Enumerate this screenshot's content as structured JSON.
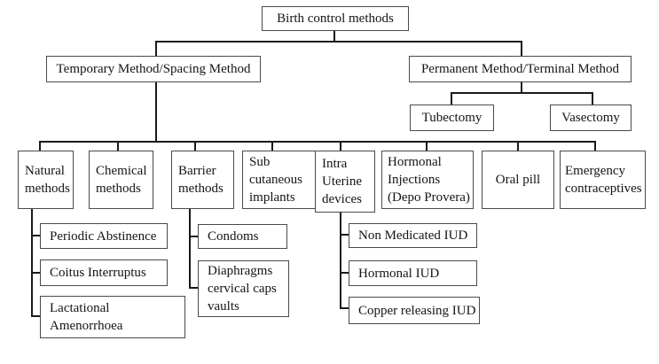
{
  "diagram": {
    "type": "tree",
    "root_label": "Birth control methods",
    "colors": {
      "background": "#ffffff",
      "box_border": "#4a4a4a",
      "box_fill": "#ffffff",
      "connector": "#1a1a1a",
      "text": "#141414"
    },
    "nodes": {
      "root": {
        "label": "Birth control methods"
      },
      "temporary": {
        "label": "Temporary Method/Spacing Method"
      },
      "permanent": {
        "label": "Permanent Method/Terminal Method"
      },
      "tubectomy": {
        "label": "Tubectomy"
      },
      "vasectomy": {
        "label": "Vasectomy"
      },
      "natural": {
        "label": "Natural\nmethods"
      },
      "chemical": {
        "label": "Chemical\nmethods"
      },
      "barrier": {
        "label": "Barrier\nmethods"
      },
      "subcutaneous": {
        "label": "Sub\ncutaneous\nimplants"
      },
      "iud": {
        "label": "Intra\nUterine\ndevices"
      },
      "hormonal_injections": {
        "label": "Hormonal\nInjections\n(Depo Provera)"
      },
      "oral_pill": {
        "label": "Oral pill"
      },
      "emergency": {
        "label": "Emergency\ncontraceptives"
      },
      "periodic_abstinence": {
        "label": "Periodic Abstinence"
      },
      "coitus_interruptus": {
        "label": "Coitus Interruptus"
      },
      "lactational_amenorrhoea": {
        "label": "Lactational\nAmenorrhoea"
      },
      "condoms": {
        "label": "Condoms"
      },
      "diaphragms": {
        "label": "Diaphragms\ncervical caps\nvaults"
      },
      "non_medicated_iud": {
        "label": "Non Medicated IUD"
      },
      "hormonal_iud": {
        "label": "Hormonal IUD"
      },
      "copper_releasing_iud": {
        "label": "Copper releasing IUD"
      }
    },
    "hierarchy": {
      "Birth control methods": {
        "Temporary Method/Spacing Method": {
          "Natural methods": [
            "Periodic Abstinence",
            "Coitus Interruptus",
            "Lactational Amenorrhoea"
          ],
          "Chemical methods": [],
          "Barrier methods": [
            "Condoms",
            "Diaphragms cervical caps vaults"
          ],
          "Sub cutaneous implants": [],
          "Intra Uterine devices": [
            "Non Medicated IUD",
            "Hormonal IUD",
            "Copper releasing IUD"
          ],
          "Hormonal Injections (Depo Provera)": [],
          "Oral pill": [],
          "Emergency contraceptives": []
        },
        "Permanent Method/Terminal Method": [
          "Tubectomy",
          "Vasectomy"
        ]
      }
    }
  }
}
